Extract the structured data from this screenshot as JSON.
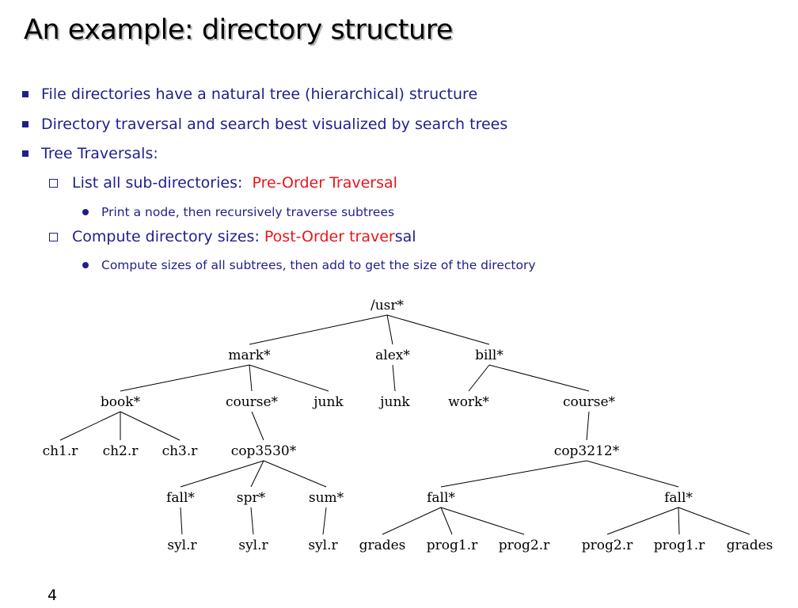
{
  "slide": {
    "title": "An example: directory structure",
    "page_number": "4",
    "colors": {
      "body_text": "#1f1f8c",
      "highlight": "#e8161c",
      "title": "#000000",
      "title_shadow": "#b8b8b8"
    }
  },
  "bullets": [
    {
      "level": 1,
      "segments": [
        {
          "text": "File directories have a natural tree (hierarchical) structure",
          "color": "body"
        }
      ]
    },
    {
      "level": 1,
      "segments": [
        {
          "text": "Directory traversal and search best visualized by search trees",
          "color": "body"
        }
      ]
    },
    {
      "level": 1,
      "segments": [
        {
          "text": "Tree Traversals:",
          "color": "body"
        }
      ]
    },
    {
      "level": 2,
      "segments": [
        {
          "text": "List all sub-directories:  ",
          "color": "body"
        },
        {
          "text": "Pre-Order Traversal",
          "color": "red"
        }
      ]
    },
    {
      "level": 3,
      "segments": [
        {
          "text": "Print a node, then recursively traverse subtrees",
          "color": "body"
        }
      ]
    },
    {
      "level": 2,
      "segments": [
        {
          "text": "Compute directory sizes: ",
          "color": "body"
        },
        {
          "text": "Post-Order traver",
          "color": "red"
        },
        {
          "text": "sal",
          "color": "body"
        }
      ]
    },
    {
      "level": 3,
      "segments": [
        {
          "text": "Compute sizes of all subtrees, then add to get the size of the directory",
          "color": "body"
        }
      ]
    }
  ],
  "tree": {
    "nodes": [
      {
        "id": "usr",
        "label": "/usr*"
      },
      {
        "id": "mark",
        "label": "mark*"
      },
      {
        "id": "alex",
        "label": "alex*"
      },
      {
        "id": "bill",
        "label": "bill*"
      },
      {
        "id": "book",
        "label": "book*"
      },
      {
        "id": "course_m",
        "label": "course*"
      },
      {
        "id": "junk_m",
        "label": "junk"
      },
      {
        "id": "junk_a",
        "label": "junk"
      },
      {
        "id": "work",
        "label": "work*"
      },
      {
        "id": "course_b",
        "label": "course*"
      },
      {
        "id": "ch1",
        "label": "ch1.r"
      },
      {
        "id": "ch2",
        "label": "ch2.r"
      },
      {
        "id": "ch3",
        "label": "ch3.r"
      },
      {
        "id": "cop3530",
        "label": "cop3530*"
      },
      {
        "id": "cop3212",
        "label": "cop3212*"
      },
      {
        "id": "fall_a",
        "label": "fall*"
      },
      {
        "id": "spr",
        "label": "spr*"
      },
      {
        "id": "sum",
        "label": "sum*"
      },
      {
        "id": "fall_b",
        "label": "fall*"
      },
      {
        "id": "fall_c",
        "label": "fall*"
      },
      {
        "id": "syl_1",
        "label": "syl.r"
      },
      {
        "id": "syl_2",
        "label": "syl.r"
      },
      {
        "id": "syl_3",
        "label": "syl.r"
      },
      {
        "id": "grades_1",
        "label": "grades"
      },
      {
        "id": "prog1_1",
        "label": "prog1.r"
      },
      {
        "id": "prog2_1",
        "label": "prog2.r"
      },
      {
        "id": "prog2_2",
        "label": "prog2.r"
      },
      {
        "id": "prog1_2",
        "label": "prog1.r"
      },
      {
        "id": "grades_2",
        "label": "grades"
      }
    ],
    "edges": [
      [
        "usr",
        "mark"
      ],
      [
        "usr",
        "alex"
      ],
      [
        "usr",
        "bill"
      ],
      [
        "mark",
        "book"
      ],
      [
        "mark",
        "course_m"
      ],
      [
        "mark",
        "junk_m"
      ],
      [
        "alex",
        "junk_a"
      ],
      [
        "bill",
        "work"
      ],
      [
        "bill",
        "course_b"
      ],
      [
        "book",
        "ch1"
      ],
      [
        "book",
        "ch2"
      ],
      [
        "book",
        "ch3"
      ],
      [
        "course_m",
        "cop3530"
      ],
      [
        "course_b",
        "cop3212"
      ],
      [
        "cop3530",
        "fall_a"
      ],
      [
        "cop3530",
        "spr"
      ],
      [
        "cop3530",
        "sum"
      ],
      [
        "cop3212",
        "fall_b"
      ],
      [
        "cop3212",
        "fall_c"
      ],
      [
        "fall_a",
        "syl_1"
      ],
      [
        "spr",
        "syl_2"
      ],
      [
        "sum",
        "syl_3"
      ],
      [
        "fall_b",
        "grades_1"
      ],
      [
        "fall_b",
        "prog1_1"
      ],
      [
        "fall_b",
        "prog2_1"
      ],
      [
        "fall_c",
        "prog2_2"
      ],
      [
        "fall_c",
        "prog1_2"
      ],
      [
        "fall_c",
        "grades_2"
      ]
    ]
  }
}
